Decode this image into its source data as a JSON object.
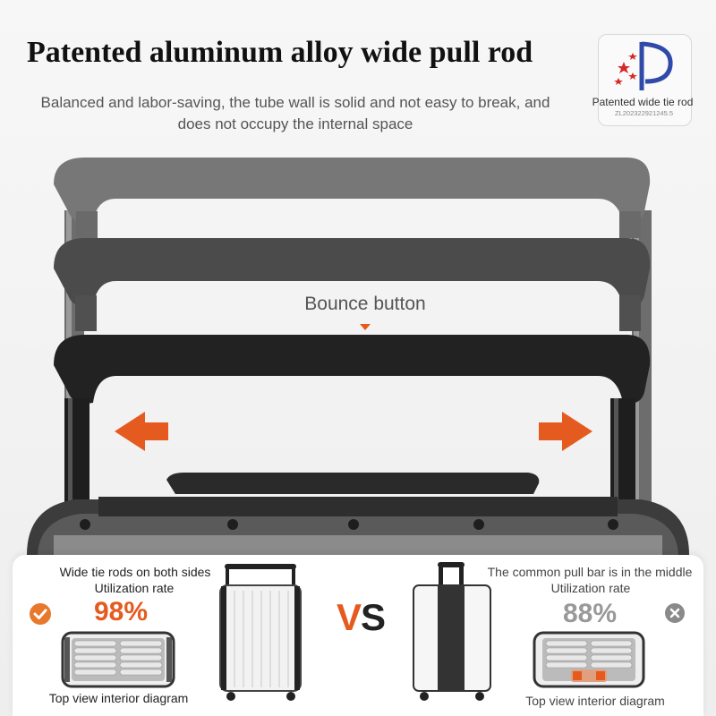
{
  "header": {
    "title": "Patented aluminum alloy wide pull rod",
    "subtitle": "Balanced and labor-saving, the tube wall is solid and not easy to break, and does not occupy the internal space"
  },
  "badge": {
    "title": "Patented wide tie rod",
    "code": "ZL202322921245.5",
    "icon": "patent-logo-icon"
  },
  "hero": {
    "bounce_label": "Bounce button",
    "arrow_color": "#e55b1f"
  },
  "comparison": {
    "left": {
      "heading": "Wide tie rods on both sides",
      "subheading": "Utilization rate",
      "percent": "98%",
      "caption": "Top view interior diagram",
      "status_icon": "check-icon"
    },
    "vs_left": "V",
    "vs_right": "S",
    "right": {
      "heading": "The common pull bar is in the middle",
      "subheading": "Utilization rate",
      "percent": "88%",
      "caption": "Top view interior diagram",
      "status_icon": "cross-icon"
    }
  },
  "colors": {
    "accent": "#e55b1f",
    "handle_light": "#7a7a7a",
    "handle_mid": "#4e4e4e",
    "handle_dark": "#232323"
  }
}
